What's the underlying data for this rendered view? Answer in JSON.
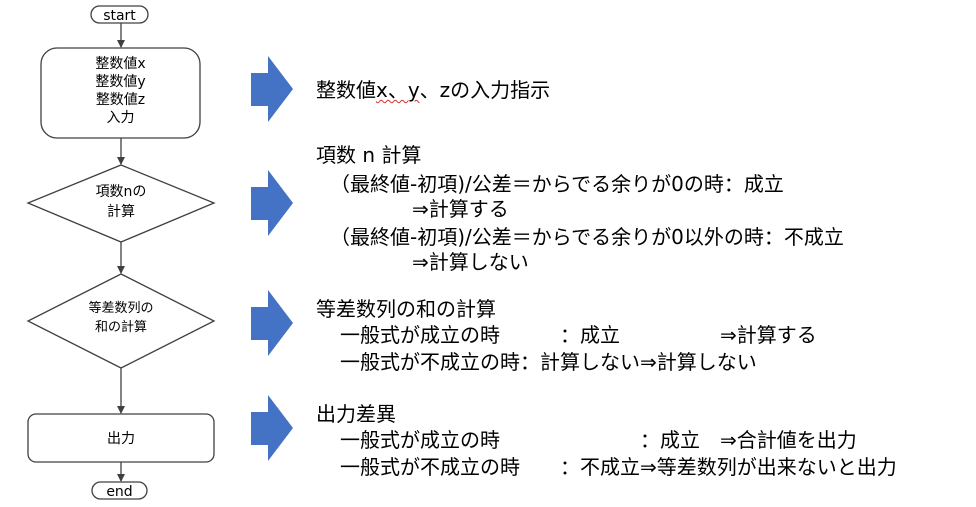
{
  "flowchart": {
    "start": "start",
    "input": [
      "整数値x",
      "整数値y",
      "整数値z",
      "入力"
    ],
    "decision_terms": [
      "項数nの",
      "計算"
    ],
    "decision_sum": [
      "等差数列の",
      "和の計算"
    ],
    "output": "出力",
    "end": "end"
  },
  "descriptions": {
    "input": {
      "text": "整数値x、y、zの入力指示",
      "wavy_part": "x、y"
    },
    "terms": [
      "項数 n 計算",
      "（最終値-初項)/公差＝からでる余りが0の時：成立",
      "⇒計算する",
      "（最終値-初項)/公差＝からでる余りが0以外の時：不成立",
      "⇒計算しない"
    ],
    "sum": [
      "等差数列の和の計算",
      "一般式が成立の時　　　：成立　　　　　⇒計算する",
      "一般式が不成立の時：計算しない⇒計算しない"
    ],
    "output": [
      "出力差異",
      "一般式が成立の時　　　　　　　：成立　⇒合計値を出力",
      "一般式が不成立の時　　：不成立⇒等差数列が出来ないと出力"
    ]
  },
  "colors": {
    "arrow_fill": "#4472c4",
    "stroke": "#404040",
    "wavy_underline": "#d03030"
  }
}
